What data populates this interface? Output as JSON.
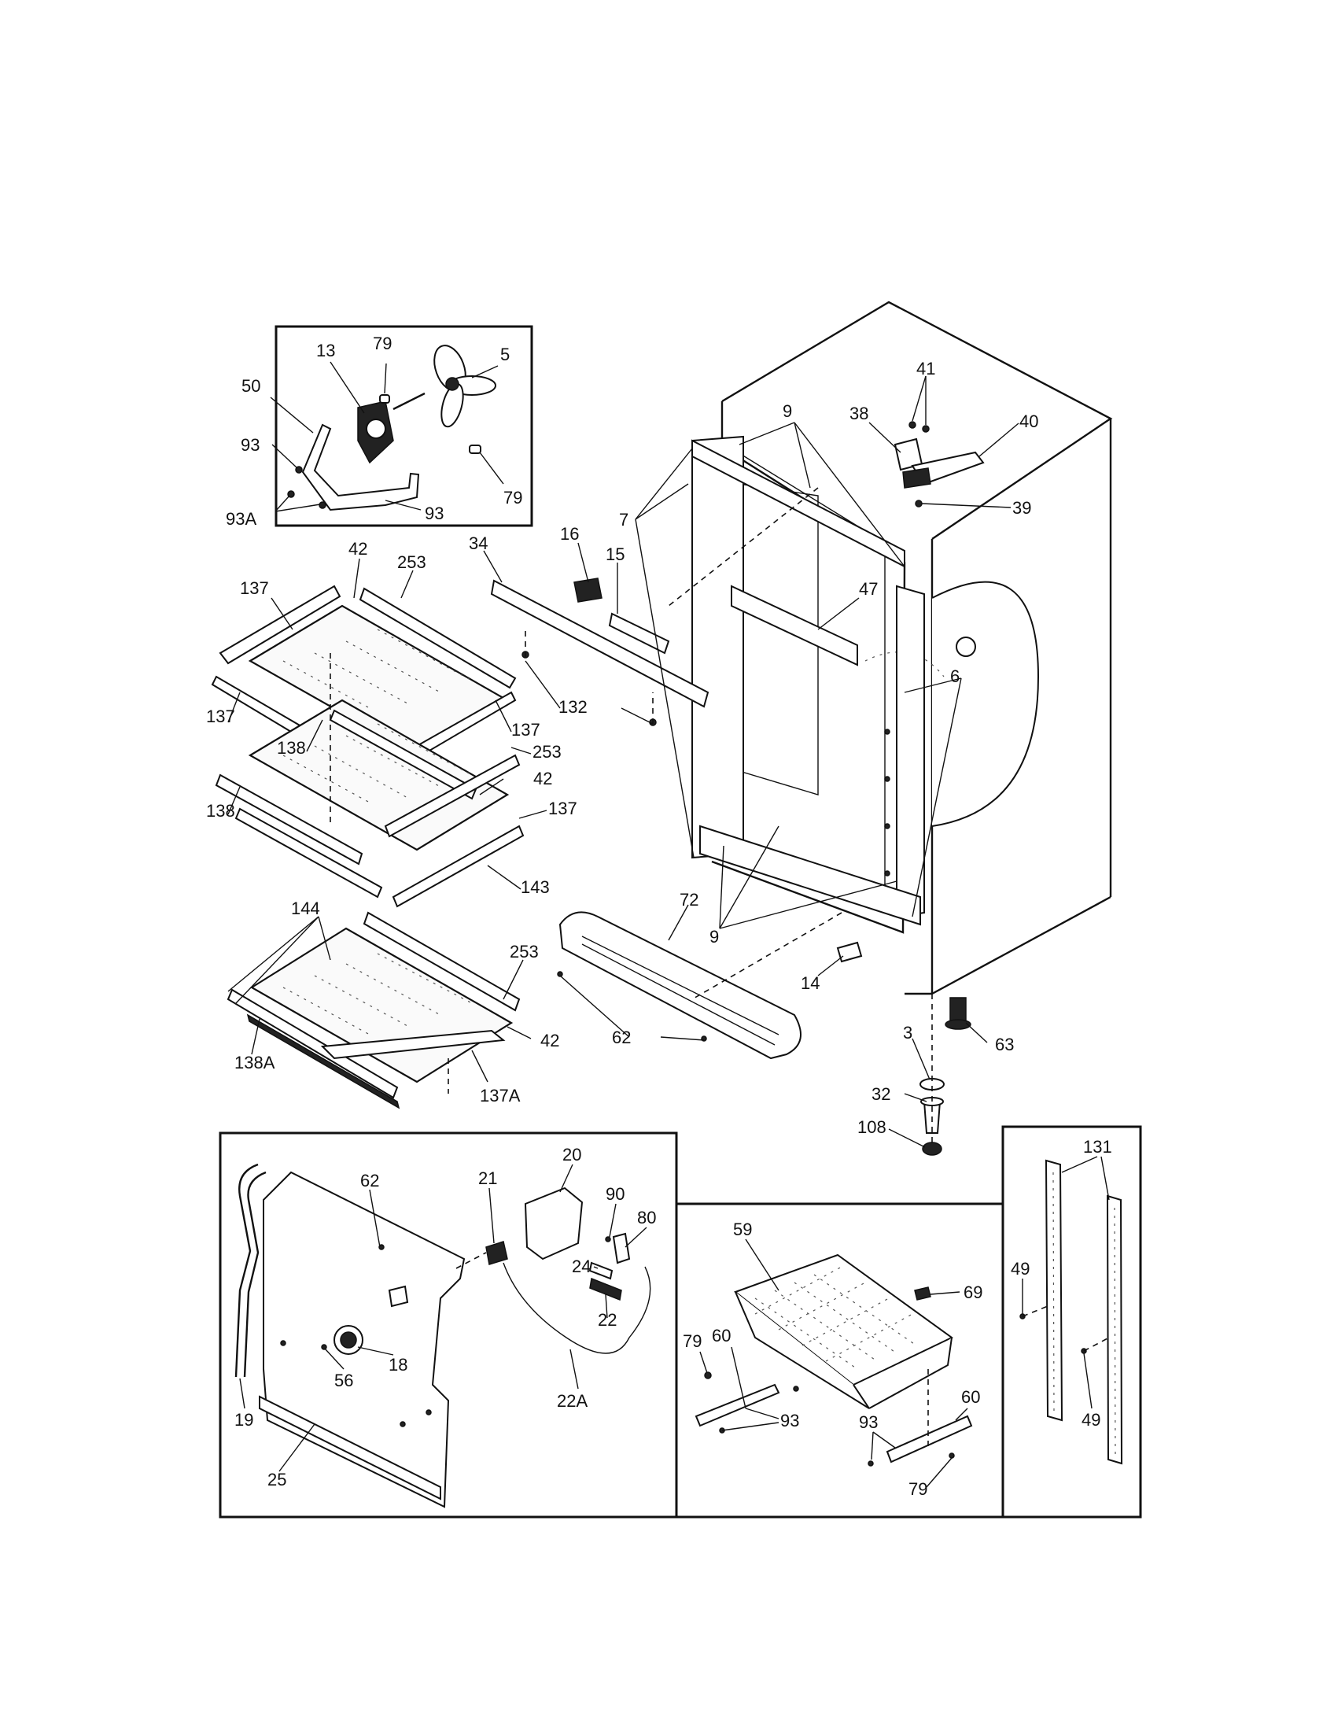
{
  "labels": {
    "l13": "13",
    "l79a": "79",
    "l5": "5",
    "l50": "50",
    "l93a": "93",
    "l93b": "93",
    "l93A": "93A",
    "l79b": "79",
    "l9top": "9",
    "l41": "41",
    "l38": "38",
    "l40": "40",
    "l7": "7",
    "l39": "39",
    "l16": "16",
    "l15": "15",
    "l34": "34",
    "l47": "47",
    "l132": "132",
    "l6": "6",
    "l9bot": "9",
    "l72": "72",
    "l14": "14",
    "l62": "62",
    "l63": "63",
    "l3": "3",
    "l32": "32",
    "l108": "108",
    "l137a": "137",
    "l42a": "42",
    "l253a": "253",
    "l137b": "137",
    "l137c": "137",
    "l138a": "138",
    "l253b": "253",
    "l42b": "42",
    "l138b": "138",
    "l137d": "137",
    "l143": "143",
    "l144": "144",
    "l253c": "253",
    "l42c": "42",
    "l138A": "138A",
    "l137A": "137A",
    "l62b": "62",
    "l21": "21",
    "l20": "20",
    "l90": "90",
    "l80": "80",
    "l24": "24",
    "l22": "22",
    "l18": "18",
    "l56": "56",
    "l22A": "22A",
    "l19": "19",
    "l25": "25",
    "l59": "59",
    "l69": "69",
    "l79c": "79",
    "l60a": "60",
    "l93c": "93",
    "l93d": "93",
    "l60b": "60",
    "l79d": "79",
    "l131": "131",
    "l49a": "49",
    "l49b": "49"
  }
}
